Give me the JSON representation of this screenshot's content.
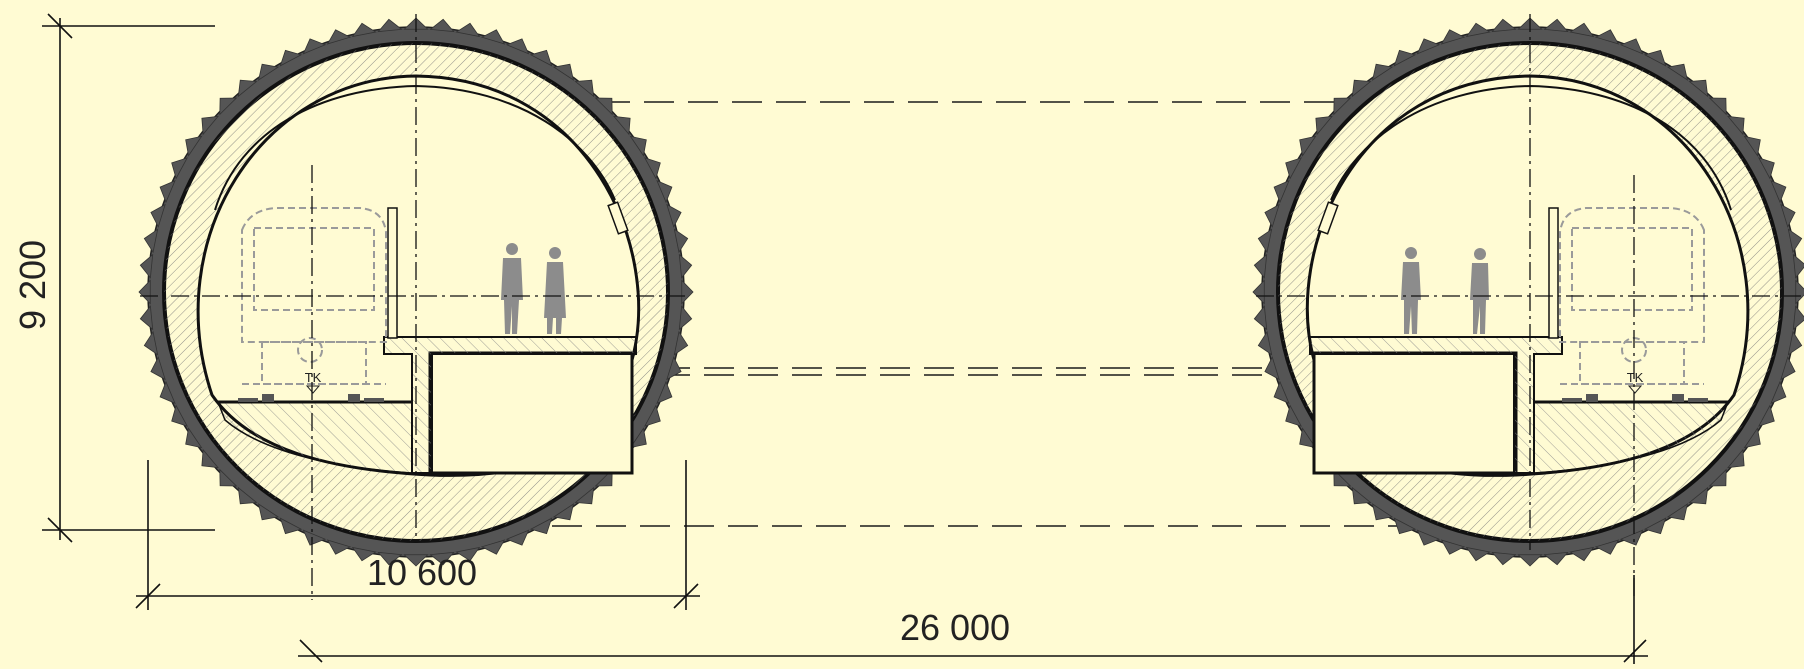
{
  "drawing": {
    "background": "#fffbd3",
    "line_color": "#1a1a1a",
    "shell_color": "#555555",
    "train_color": "#9a9a9a",
    "figure_color": "#8c8c8c",
    "hatch_color": "#777777"
  },
  "dimensions": {
    "height": "9 200",
    "tunnel_width": "10 600",
    "spacing": "26 000"
  },
  "tunnels": [
    {
      "id": "left",
      "train_side": "left",
      "rail_label": "TK"
    },
    {
      "id": "right",
      "train_side": "right",
      "rail_label": "TK"
    }
  ]
}
